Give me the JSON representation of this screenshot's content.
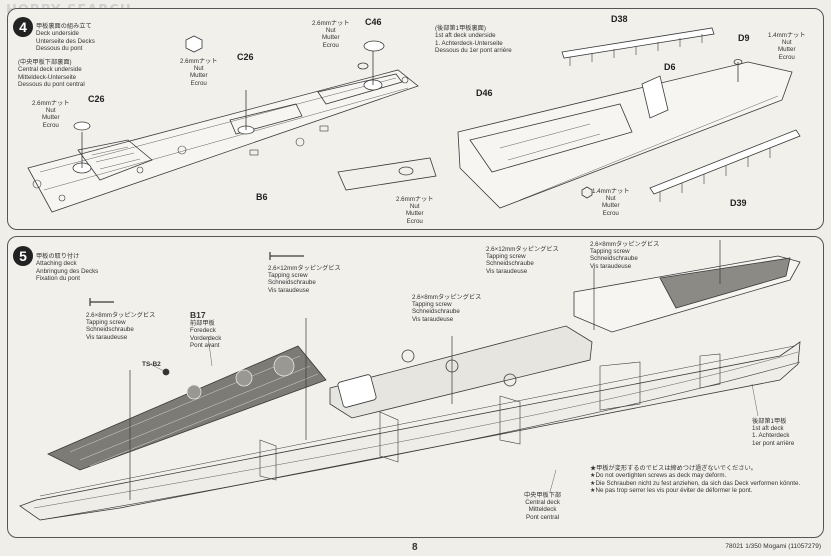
{
  "watermark": "HOBBY SEARCH",
  "step4": {
    "number": "4",
    "title_lines": [
      "甲板裏面の組み立て",
      "Deck underside",
      "Unterseite des Decks",
      "Dessous du pont"
    ],
    "central_title_lines": [
      "(中央甲板下部裏面)",
      "Central deck underside",
      "Mitteldeck-Unterseite",
      "Dessous du pont central"
    ],
    "aft_title_lines": [
      "(後部第1甲板裏面)",
      "1st aft deck underside",
      "1. Achterdeck-Unterseite",
      "Dessous du 1er pont arrière"
    ],
    "nut_26": [
      "2.6mmナット",
      "Nut",
      "Mutter",
      "Ecrou"
    ],
    "nut_14": [
      "1.4mmナット",
      "Nut",
      "Mutter",
      "Ecrou"
    ],
    "parts": {
      "c26": "C26",
      "c46": "C46",
      "b6": "B6",
      "d38": "D38",
      "d9": "D9",
      "d6": "D6",
      "d46": "D46",
      "d39": "D39"
    }
  },
  "step5": {
    "number": "5",
    "title_lines": [
      "甲板の取り付け",
      "Attaching deck",
      "Anbringung des Decks",
      "Fixation du pont"
    ],
    "screw_8": [
      "2.6×8mmタッピングビス",
      "Tapping screw",
      "Schneidschraube",
      "Vis taraudeuse"
    ],
    "screw_12": [
      "2.6×12mmタッピングビス",
      "Tapping screw",
      "Schneidschraube",
      "Vis taraudeuse"
    ],
    "b17": [
      "B17",
      "前部甲板",
      "Foredeck",
      "Vorderdeck",
      "Pont avant"
    ],
    "ts": "TS-B2",
    "central_deck": [
      "中央甲板下部",
      "Central deck",
      "Mitteldeck",
      "Pont central"
    ],
    "aft_deck": [
      "後部第1甲板",
      "1st aft deck",
      "1. Achterdeck",
      "1er pont arrière"
    ],
    "notes": [
      "★甲板が変形するのでビスは締めつけ過ぎないでください。",
      "★Do not overtighten screws as deck may deform.",
      "★Die Schrauben nicht zu fest anziehen, da sich das Deck verformen könnte.",
      "★Ne pas trop serrer les vis pour éviter de déformer le pont."
    ]
  },
  "footer": {
    "page_number": "8",
    "code": "78021 1/350 Mogami (11057279)"
  }
}
